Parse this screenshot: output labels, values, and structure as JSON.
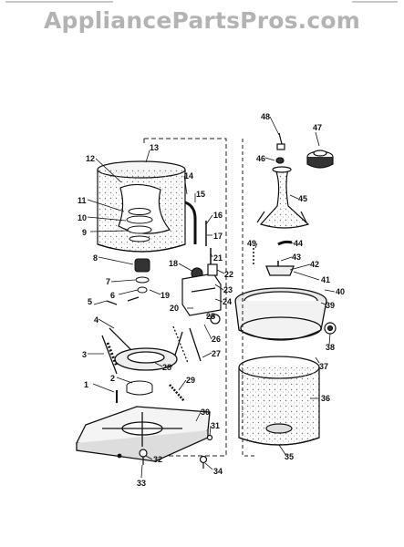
{
  "watermark": "AppliancePartsPros.com",
  "callouts": [
    "1",
    "2",
    "3",
    "4",
    "5",
    "6",
    "7",
    "8",
    "9",
    "10",
    "11",
    "12",
    "13",
    "14",
    "15",
    "16",
    "17",
    "18",
    "19",
    "20",
    "21",
    "22",
    "23",
    "24",
    "25",
    "26",
    "27",
    "28",
    "29",
    "30",
    "31",
    "32",
    "33",
    "34",
    "35",
    "36",
    "37",
    "38",
    "39",
    "40",
    "41",
    "42",
    "43",
    "44",
    "45",
    "46",
    "47",
    "48",
    "49"
  ]
}
